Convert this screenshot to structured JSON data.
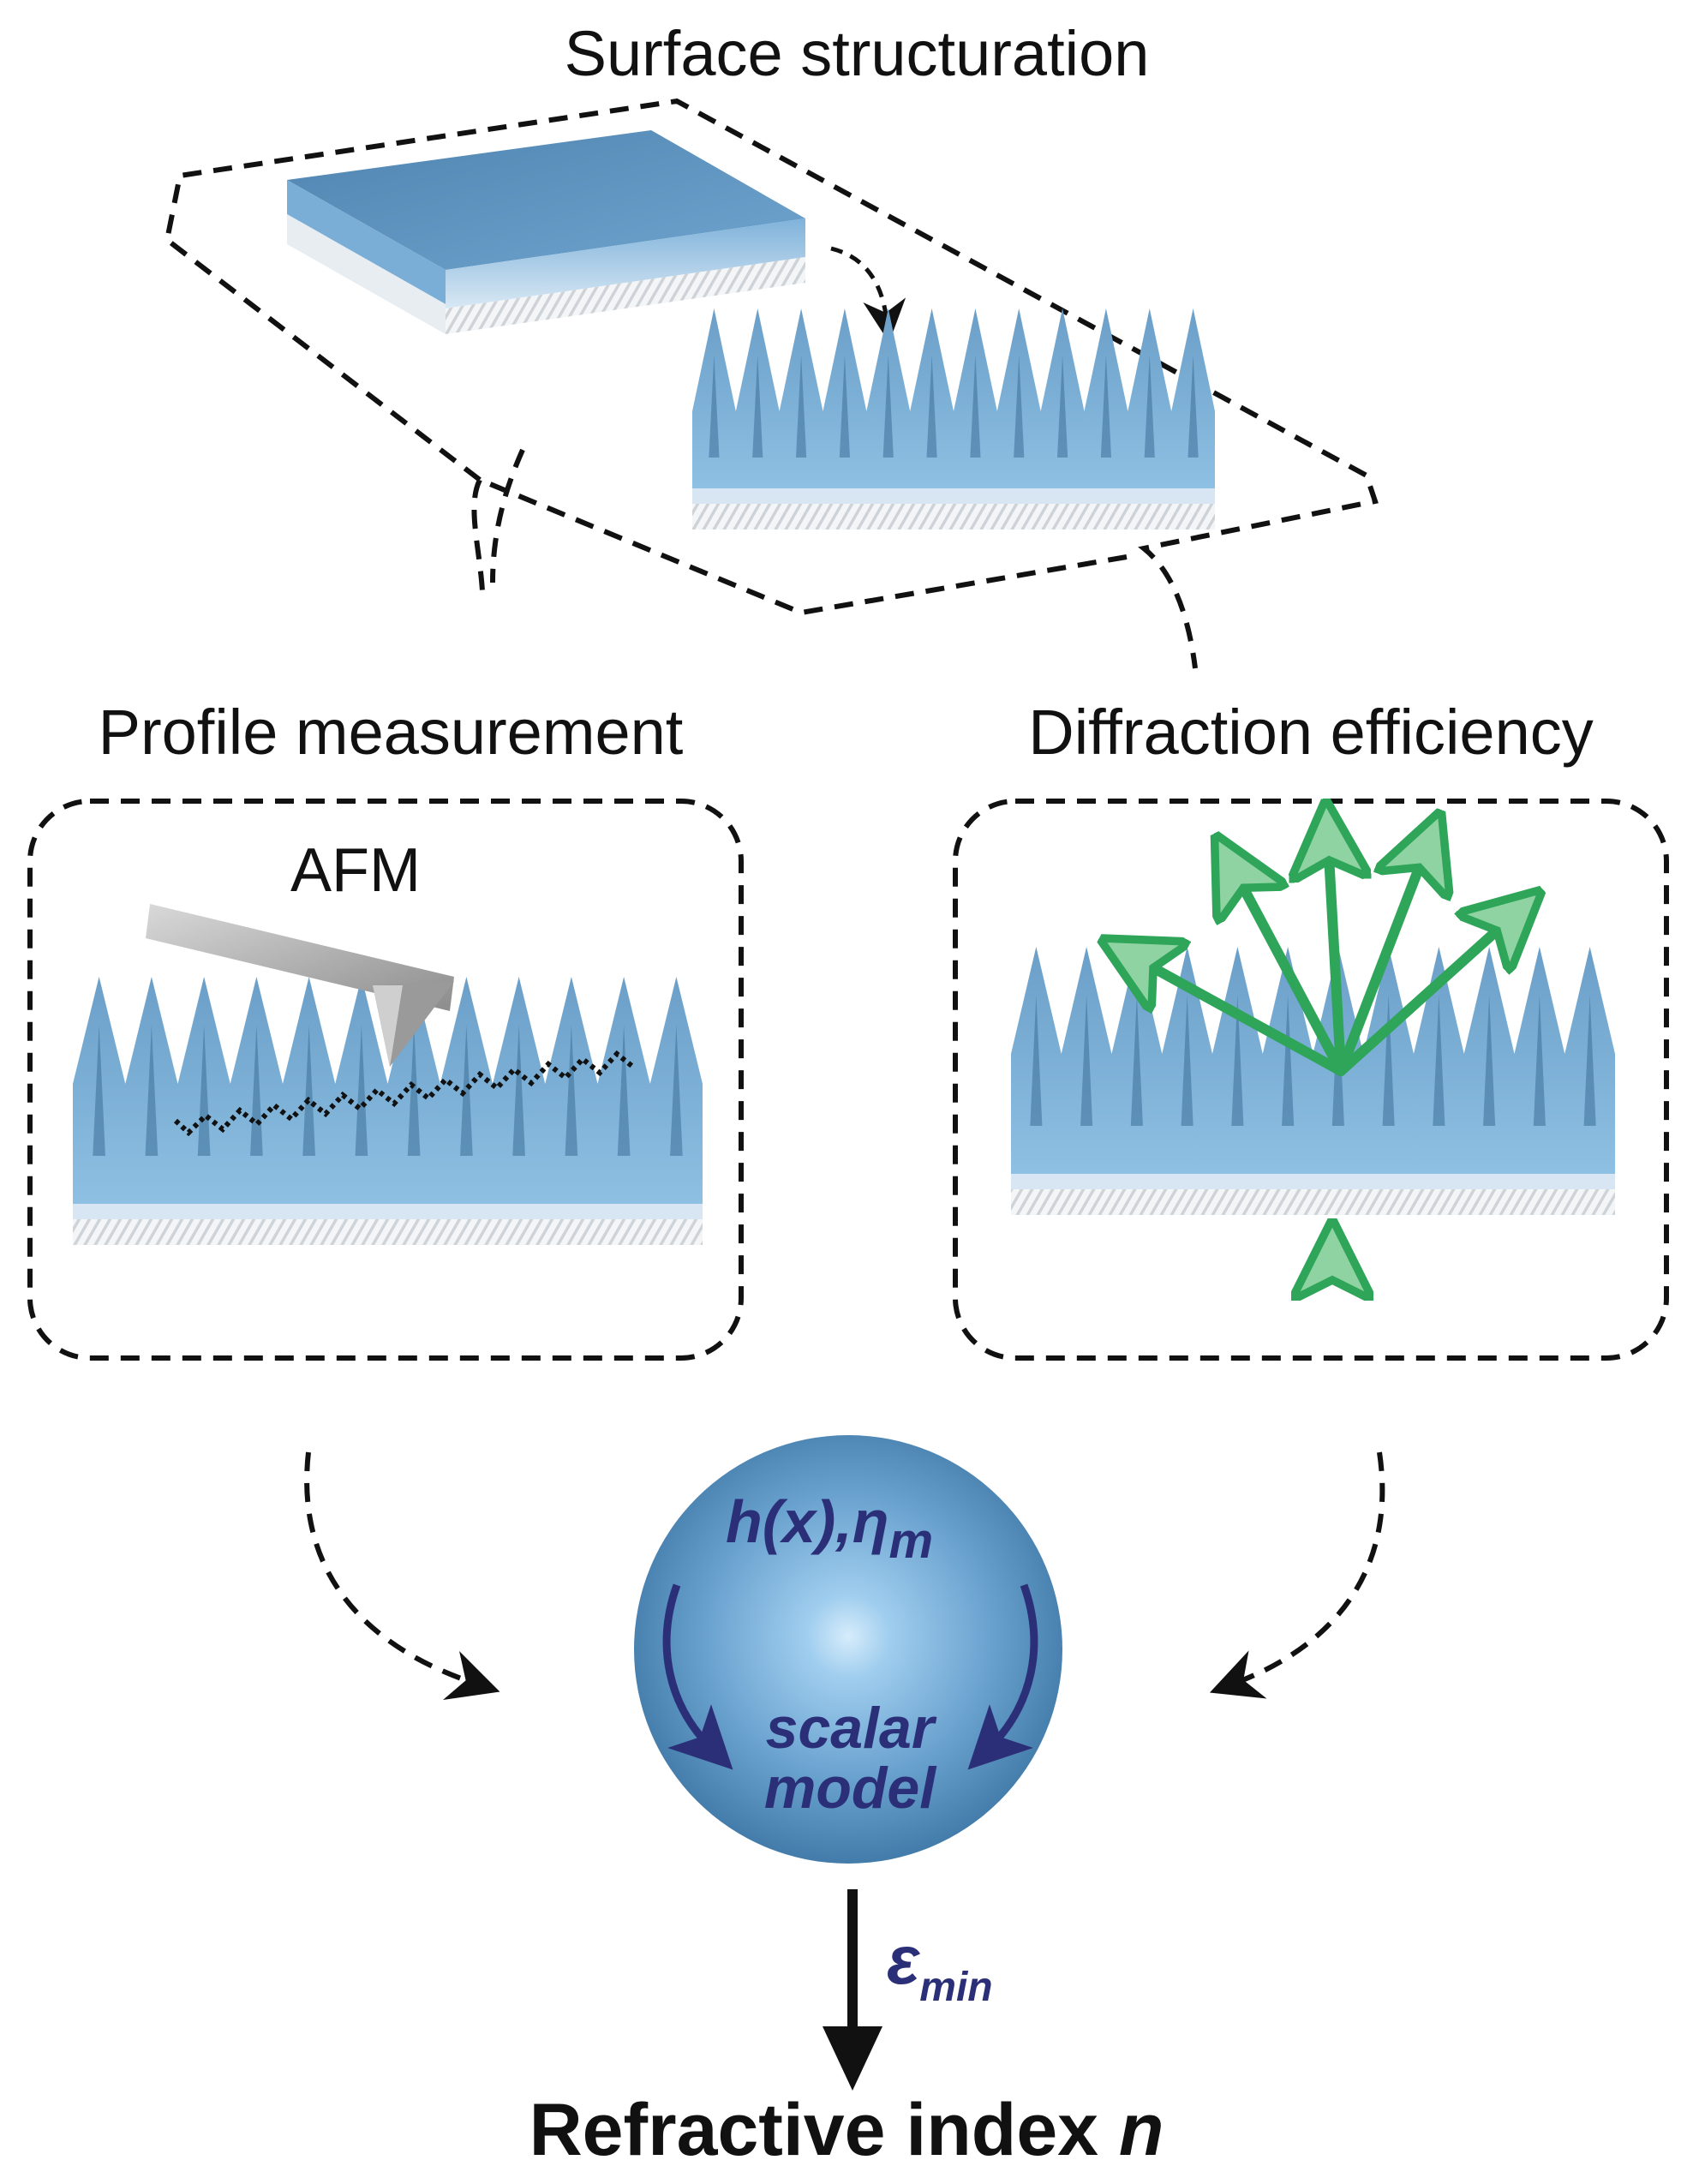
{
  "labels": {
    "surface_structuration": "Surface structuration",
    "profile_measurement": "Profile measurement",
    "diffraction_efficiency": "Diffraction efficiency",
    "afm": "AFM",
    "model_top": "h(x),η",
    "model_top_sub": "m",
    "model_bottom_1": "scalar",
    "model_bottom_2": "model",
    "epsilon": "ε",
    "epsilon_sub": "min",
    "result_prefix": "Refractive index ",
    "result_var": "n"
  },
  "colors": {
    "grating_blue": "#5f93bd",
    "grating_dark": "#3d6f98",
    "sphere": "#6aa6d6",
    "arrow_green": "#2fa55a",
    "model_text": "#2b2f78",
    "dash": "#111111"
  }
}
